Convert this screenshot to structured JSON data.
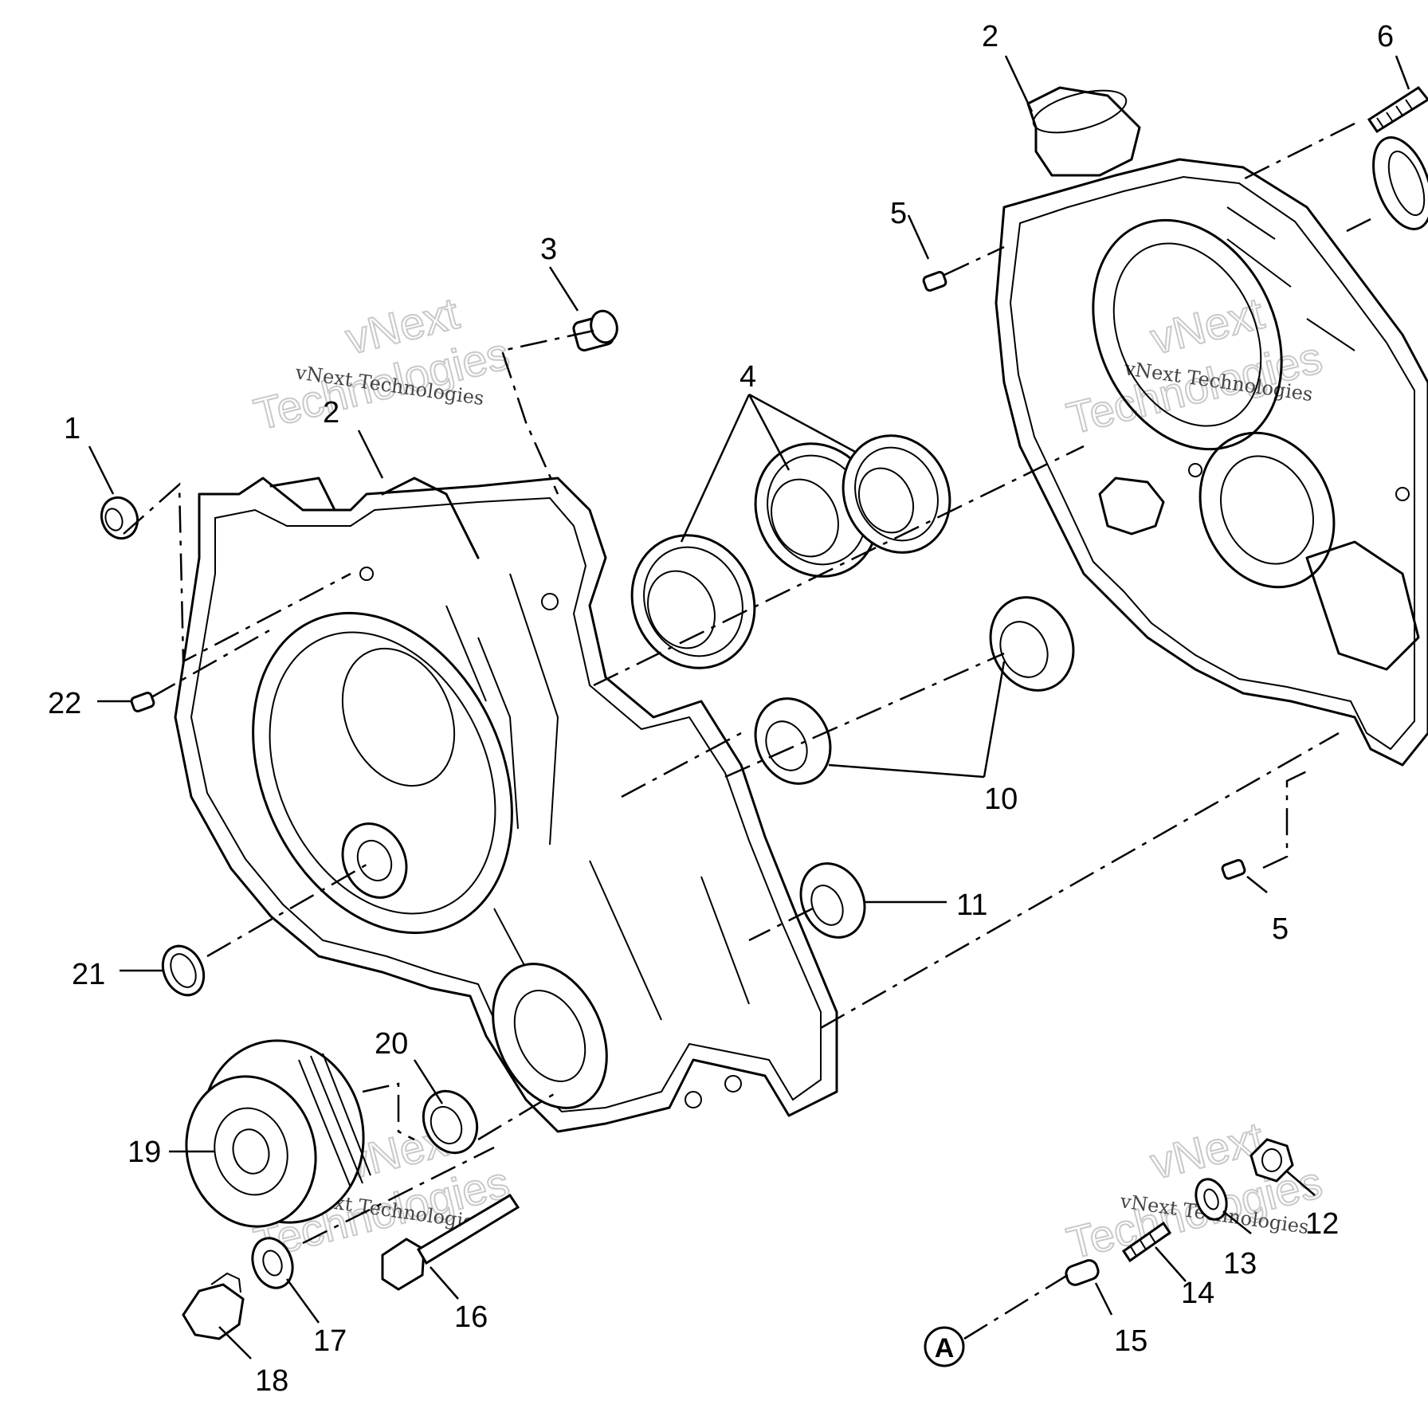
{
  "callouts": [
    {
      "id": "c1",
      "label": "1"
    },
    {
      "id": "c2a",
      "label": "2"
    },
    {
      "id": "c2b",
      "label": "2"
    },
    {
      "id": "c3",
      "label": "3"
    },
    {
      "id": "c4",
      "label": "4"
    },
    {
      "id": "c5a",
      "label": "5"
    },
    {
      "id": "c5b",
      "label": "5"
    },
    {
      "id": "c6",
      "label": "6"
    },
    {
      "id": "c10",
      "label": "10"
    },
    {
      "id": "c11",
      "label": "11"
    },
    {
      "id": "c12",
      "label": "12"
    },
    {
      "id": "c13",
      "label": "13"
    },
    {
      "id": "c14",
      "label": "14"
    },
    {
      "id": "c15",
      "label": "15"
    },
    {
      "id": "c16",
      "label": "16"
    },
    {
      "id": "c17",
      "label": "17"
    },
    {
      "id": "c18",
      "label": "18"
    },
    {
      "id": "c19",
      "label": "19"
    },
    {
      "id": "c20",
      "label": "20"
    },
    {
      "id": "c21",
      "label": "21"
    },
    {
      "id": "c22",
      "label": "22"
    }
  ],
  "reference_marker": "A",
  "watermark": {
    "large_line1": "vNext",
    "large_line2": "Technologies",
    "small": "vNext Technologies"
  }
}
